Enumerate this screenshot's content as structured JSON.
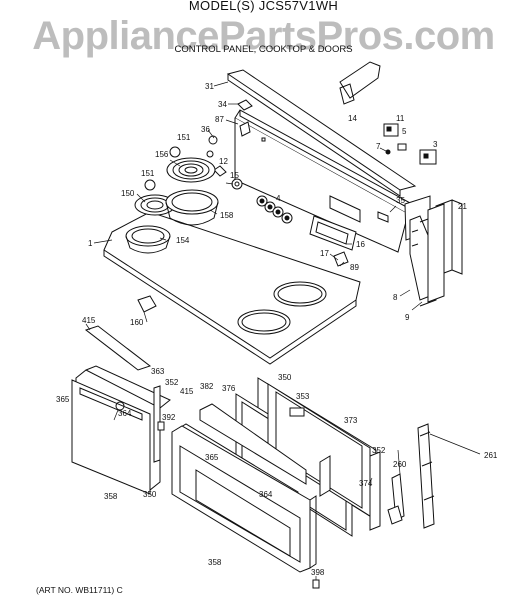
{
  "header": {
    "model": "MODEL(S) JCS57V1WH",
    "watermark": "AppliancePartsPros.com",
    "section": "CONTROL PANEL, COOKTOP & DOORS"
  },
  "footer": {
    "art_no": "(ART NO. WB11711) C"
  },
  "callouts": [
    "31",
    "34",
    "87",
    "14",
    "11",
    "5",
    "3",
    "7",
    "36",
    "151",
    "156",
    "12",
    "15",
    "151",
    "150",
    "158",
    "4",
    "35",
    "21",
    "1",
    "154",
    "16",
    "17",
    "89",
    "8",
    "9",
    "160",
    "415",
    "363",
    "352",
    "365",
    "364",
    "392",
    "358",
    "350",
    "382",
    "376",
    "350",
    "353",
    "415",
    "373",
    "365",
    "352",
    "374",
    "261",
    "260",
    "364",
    "358",
    "398"
  ]
}
